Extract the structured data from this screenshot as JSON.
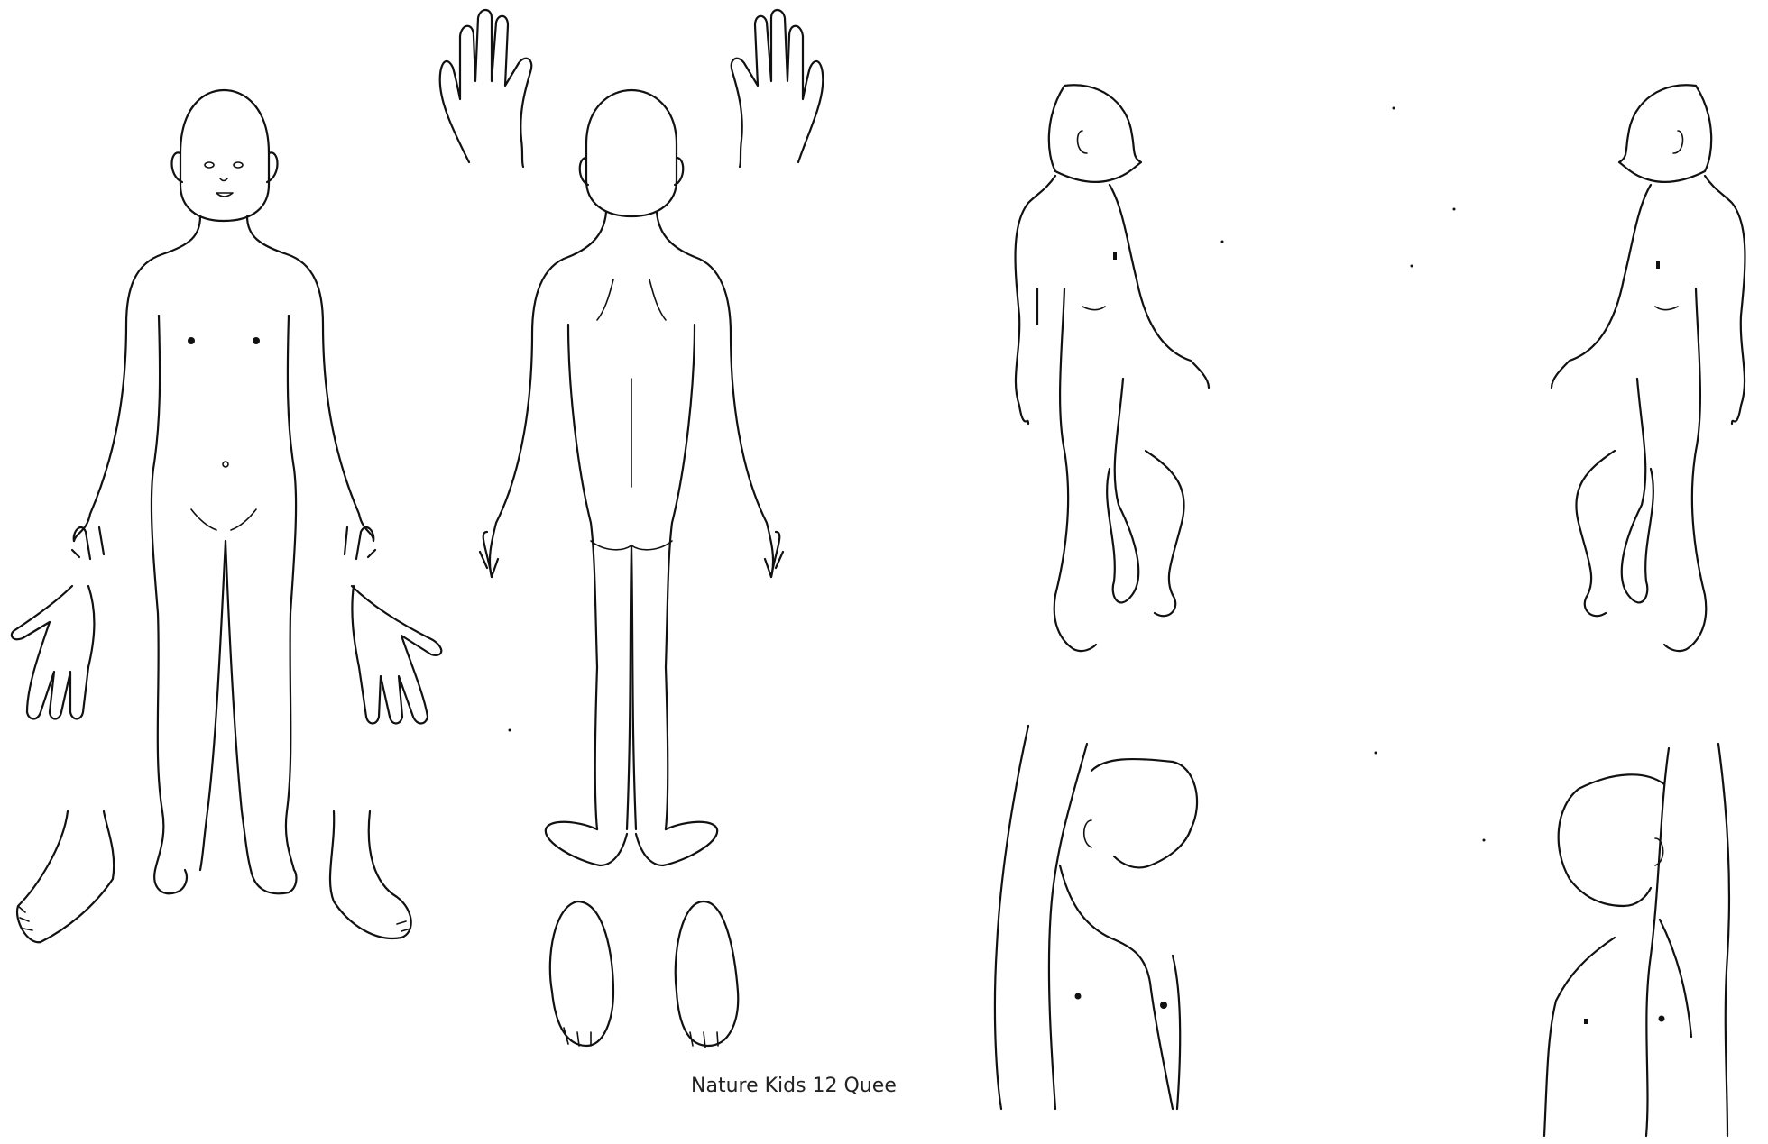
{
  "caption": "Nature Kids 12 Quee",
  "figures": [
    {
      "id": "front-view",
      "icon": "child-front-icon"
    },
    {
      "id": "back-view",
      "icon": "child-back-icon"
    },
    {
      "id": "right-side-view",
      "icon": "child-right-side-icon"
    },
    {
      "id": "left-side-view",
      "icon": "child-left-side-icon"
    },
    {
      "id": "right-upper-body-view",
      "icon": "child-upper-body-right-icon"
    },
    {
      "id": "left-upper-body-view",
      "icon": "child-upper-body-left-icon"
    }
  ]
}
